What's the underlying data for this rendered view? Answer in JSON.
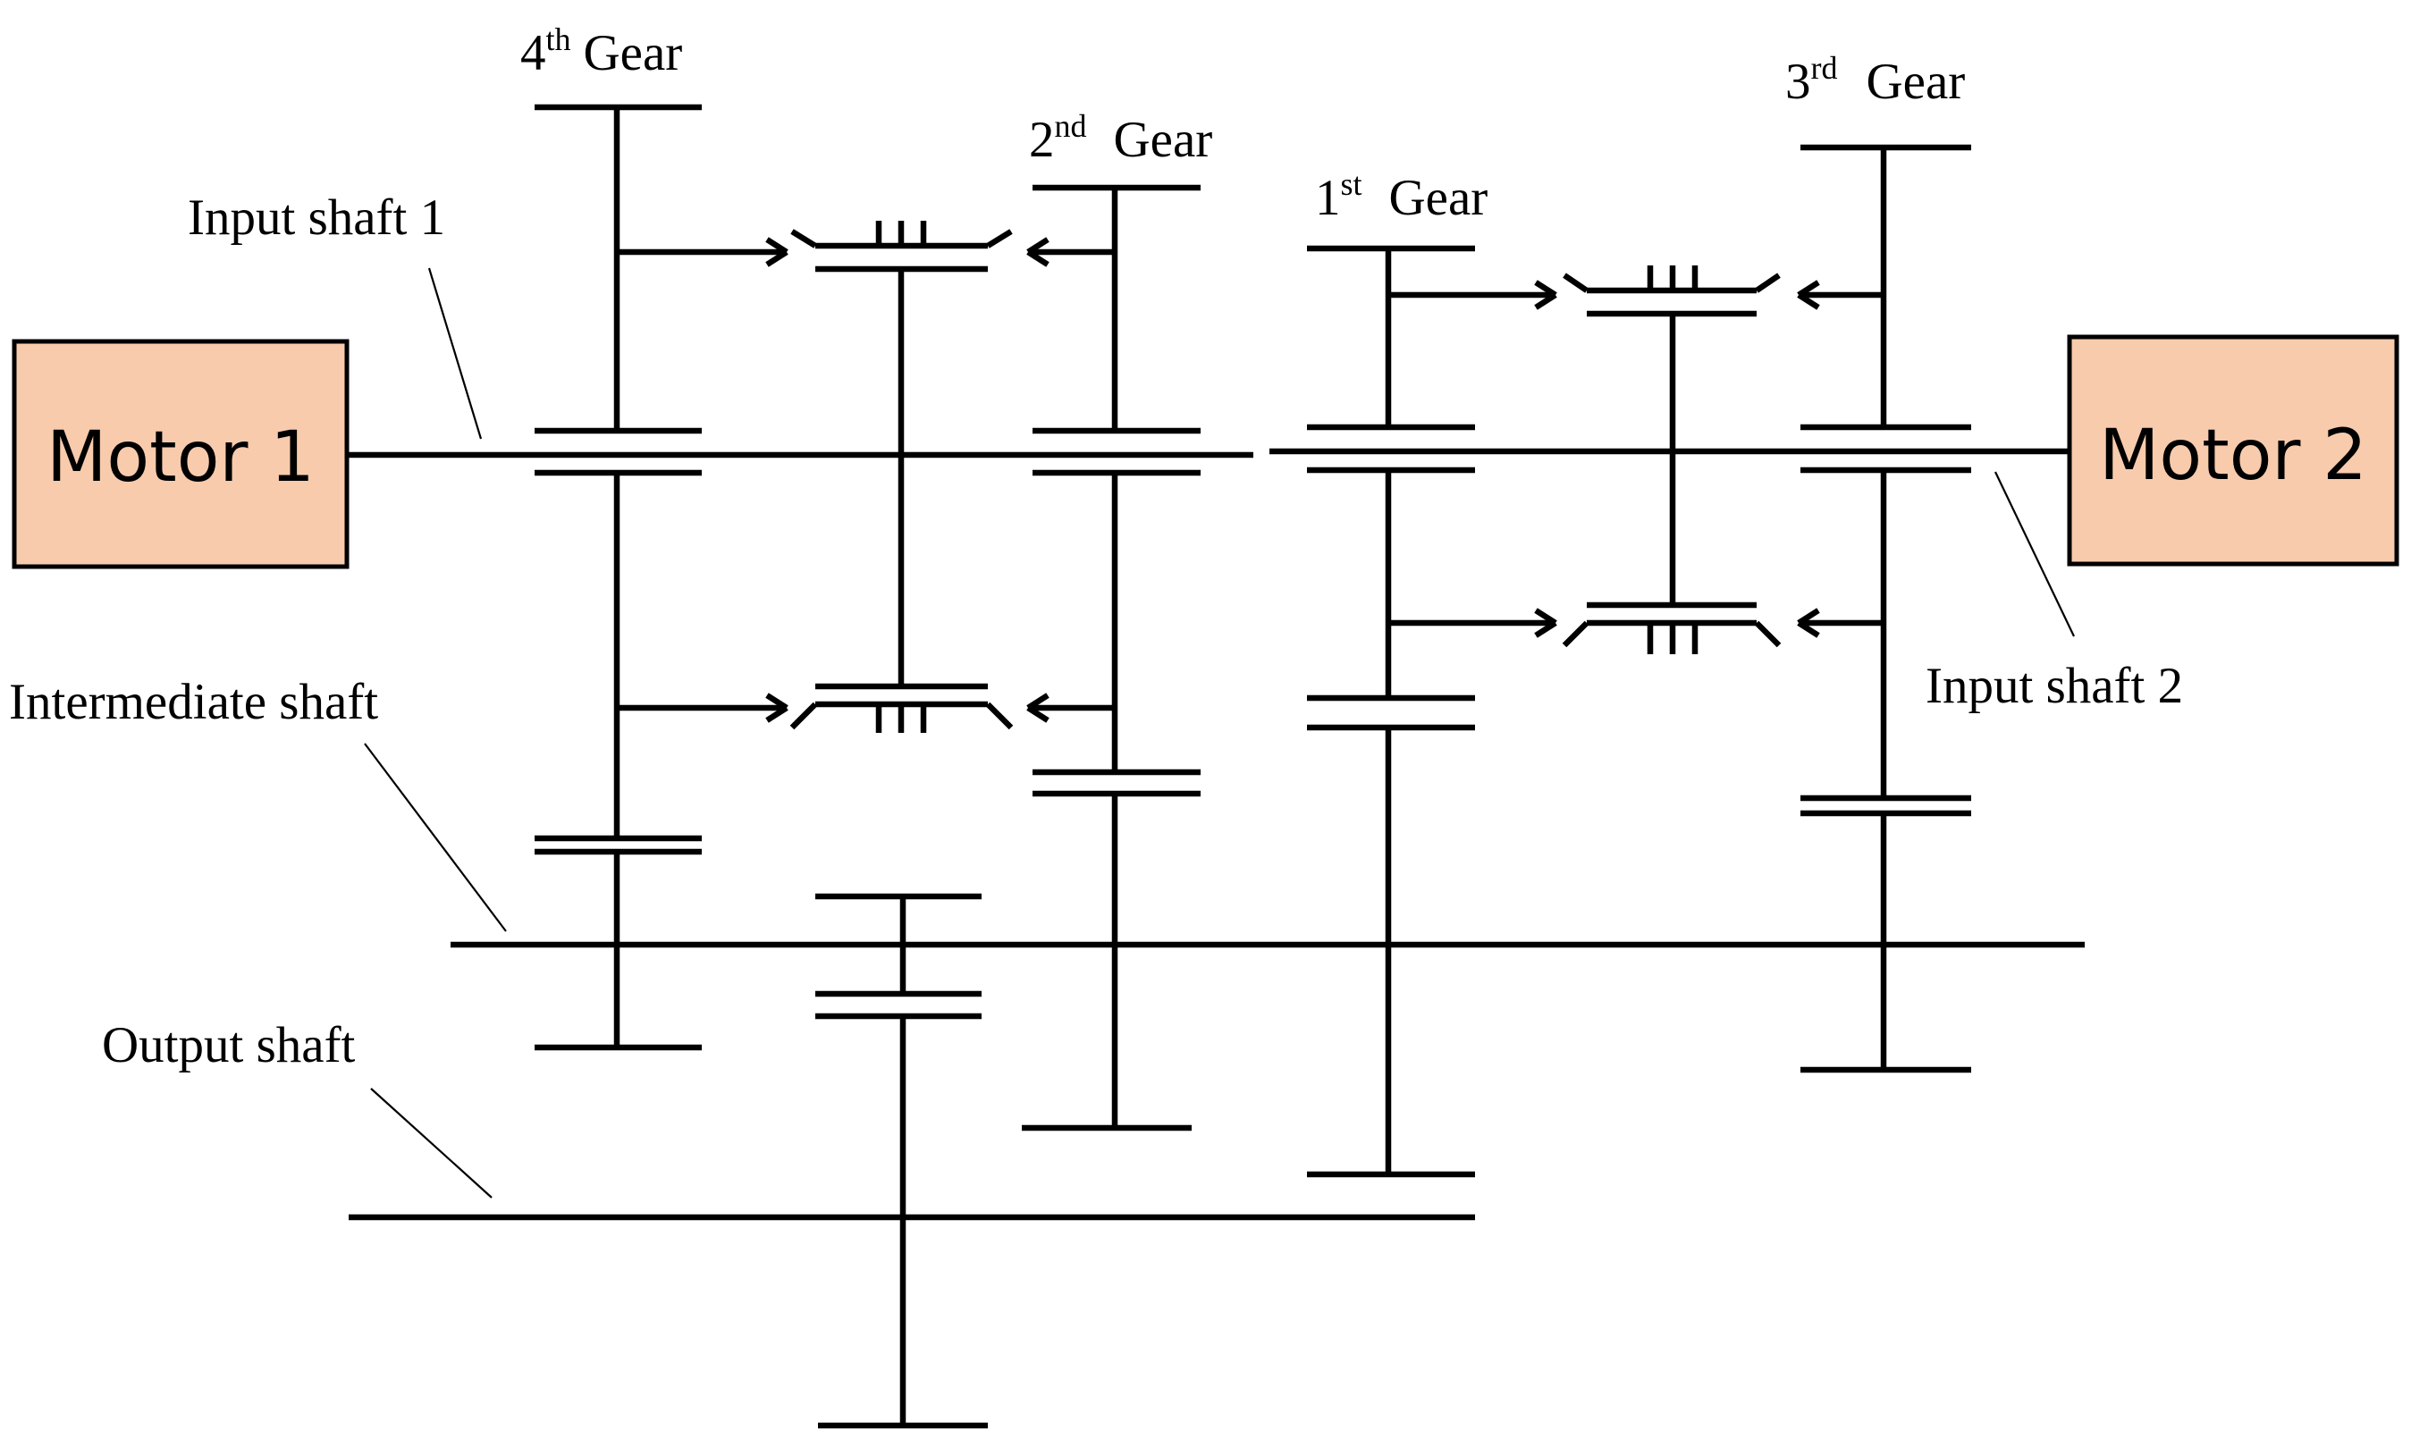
{
  "colors": {
    "line": "#000000",
    "motor_fill": "#f8cbad",
    "background": "#ffffff"
  },
  "motors": {
    "motor1": "Motor 1",
    "motor2": "Motor 2"
  },
  "gears": {
    "g4": {
      "num": "4",
      "sup": "th",
      "word": "Gear"
    },
    "g2": {
      "num": "2",
      "sup": "nd",
      "word": "Gear"
    },
    "g1": {
      "num": "1",
      "sup": "st",
      "word": "Gear"
    },
    "g3": {
      "num": "3",
      "sup": "rd",
      "word": "Gear"
    }
  },
  "shafts": {
    "input1": "Input shaft 1",
    "input2": "Input shaft 2",
    "intermediate": "Intermediate shaft",
    "output": "Output shaft"
  }
}
